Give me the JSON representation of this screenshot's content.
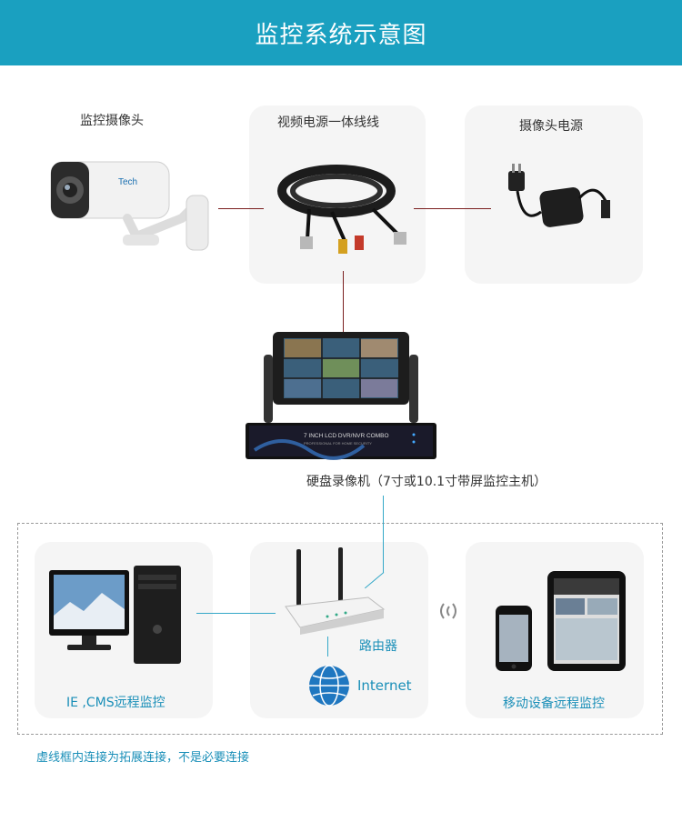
{
  "header": {
    "title": "监控系统示意图"
  },
  "labels": {
    "camera": "监控摄像头",
    "cable": "视频电源一体线线",
    "power": "摄像头电源",
    "dvr": "硬盘录像机（7寸或10.1寸带屏监控主机）",
    "pc": "IE ,CMS远程监控",
    "router": "路由器",
    "internet": "Internet",
    "mobile": "移动设备远程监控",
    "note": "虚线框内连接为拓展连接，不是必要连接"
  },
  "device_text": {
    "camera_brand": "Tech",
    "dvr_model": "7 INCH LCD DVR/NVR COMBO",
    "dvr_sub": "PROFESSIONAL FOR HOME SECURITY"
  },
  "colors": {
    "header_bg": "#1aa0c0",
    "panel_bg": "#f5f5f5",
    "connector_dark": "#7a1f1f",
    "connector_blue": "#34a8c8",
    "text_blue": "#1a8fb8"
  }
}
